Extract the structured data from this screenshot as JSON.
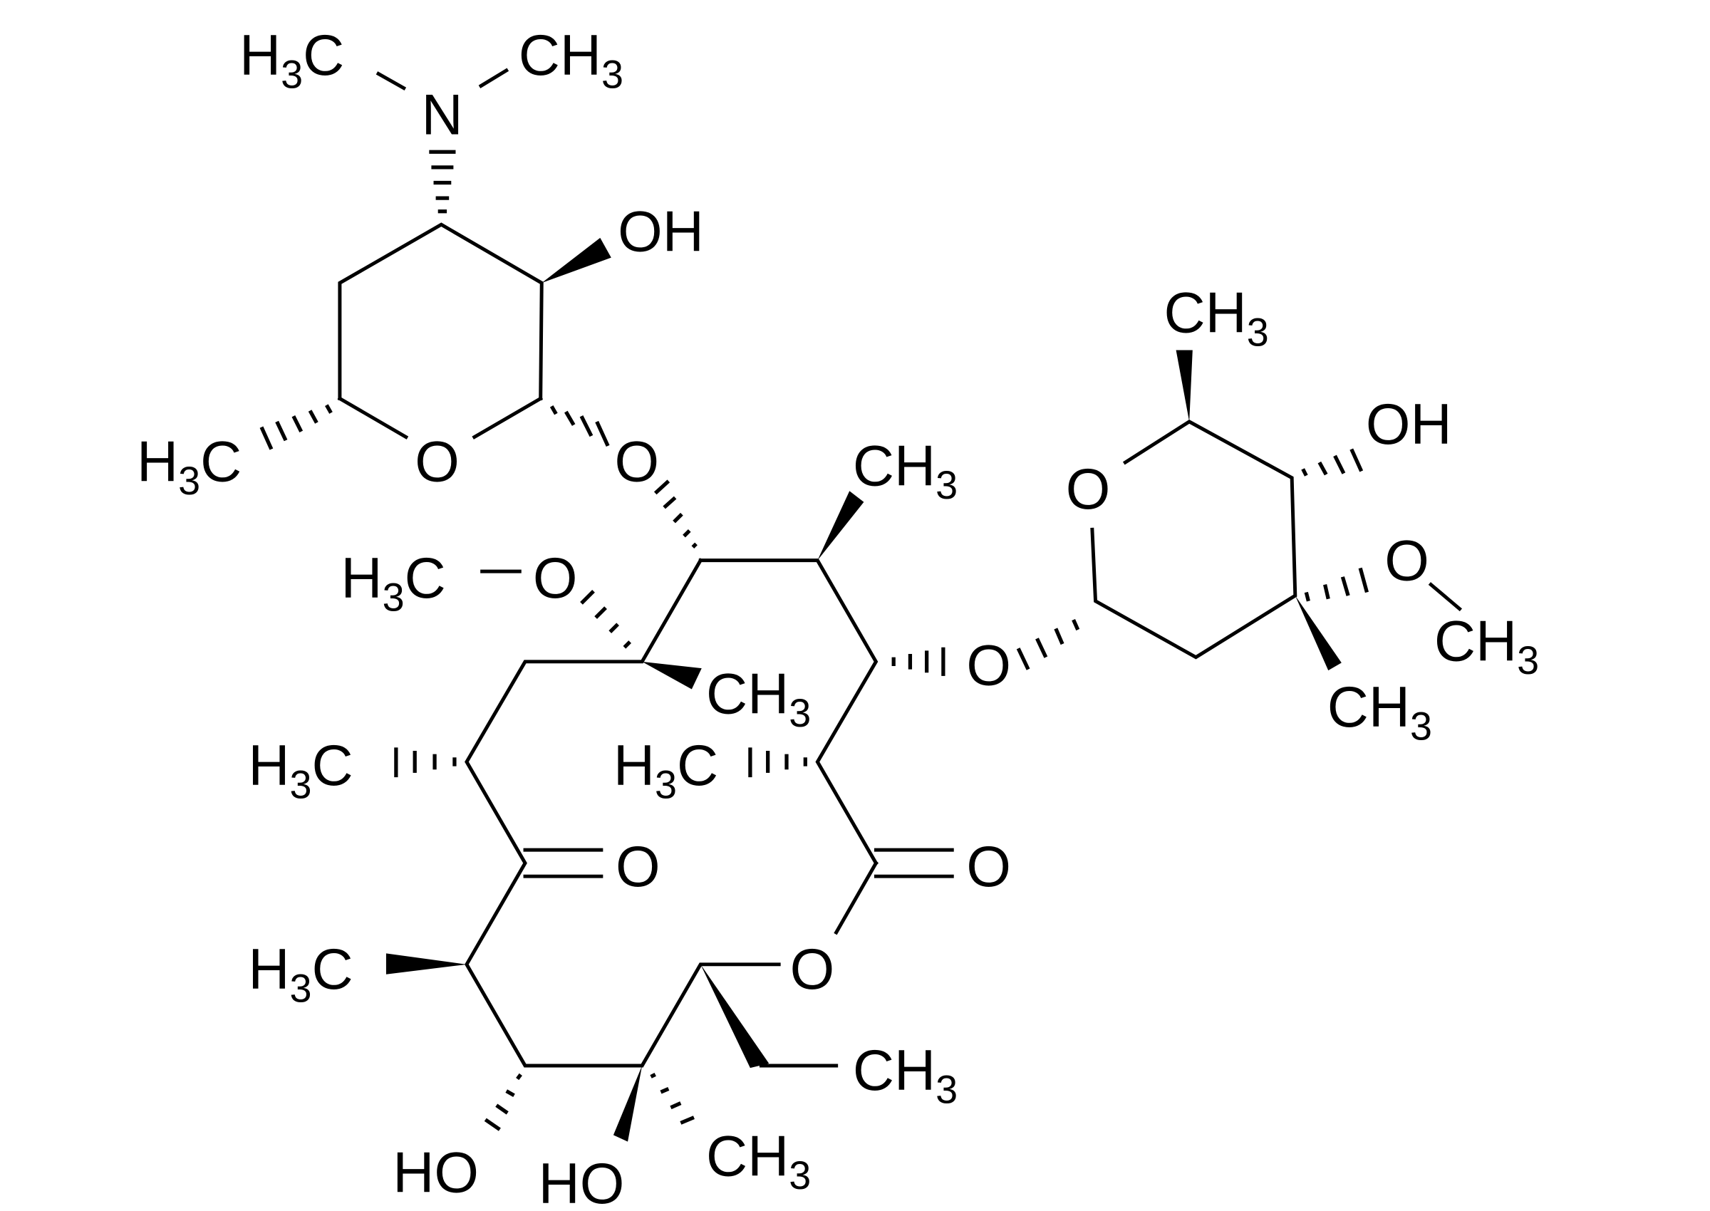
{
  "diagram": {
    "type": "chemical-structure",
    "compound_hint": "macrolide (14-membered lactone ring with two sugar substituents)",
    "background": "#ffffff",
    "ink": "#000000",
    "labels": {
      "nme2_left": {
        "main": "H",
        "sub": "3",
        "tail": "C"
      },
      "nme2_right": {
        "main": "CH",
        "sub": "3"
      },
      "n_atom": "N",
      "sugar1_oh": "OH",
      "sugar1_ring_o": "O",
      "sugar1_me": {
        "main": "H",
        "sub": "3",
        "tail": "C"
      },
      "glyco_o1": "O",
      "ring_me_top": {
        "main": "CH",
        "sub": "3"
      },
      "methoxy": {
        "main": "H",
        "sub": "3",
        "tail": "C",
        "bond": "–",
        "o": "O"
      },
      "c6_me": {
        "main": "CH",
        "sub": "3"
      },
      "c8_me": {
        "main": "H",
        "sub": "3",
        "tail": "C"
      },
      "c2_me": {
        "main": "H",
        "sub": "3",
        "tail": "C"
      },
      "ketone_o": "O",
      "lactone_co": "O",
      "c10_me": {
        "main": "H",
        "sub": "3",
        "tail": "C"
      },
      "lactone_o": "O",
      "ethyl_ch3": {
        "main": "CH",
        "sub": "3"
      },
      "c11_oh": "HO",
      "c12_oh": "HO",
      "c12_me": {
        "main": "CH",
        "sub": "3"
      },
      "glyco_o2": "O",
      "sugar2_ring_o": "O",
      "sugar2_me": {
        "main": "CH",
        "sub": "3"
      },
      "sugar2_oh": "OH",
      "sugar2_ome_o": "O",
      "sugar2_ome_ch3": {
        "main": "CH",
        "sub": "3"
      },
      "sugar2_me2": {
        "main": "CH",
        "sub": "3"
      }
    }
  }
}
